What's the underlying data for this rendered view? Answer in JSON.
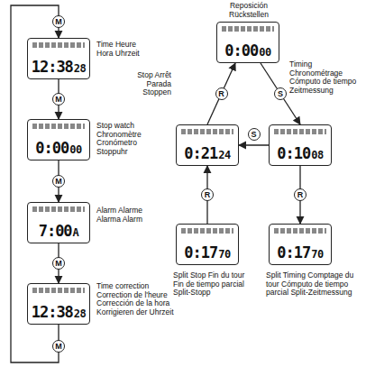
{
  "diagram": {
    "nodes": [
      {
        "text": [
          "12:38",
          "28",
          "Time Heure Hora Uhrzeit"
        ]
      },
      {
        "text": [
          "0:00",
          "00",
          "Stop watch Chronomètre Cronómetro Stoppuhr"
        ]
      },
      {
        "text": [
          "7:00",
          "A",
          "Alarm Alarme Alarma Alarm"
        ]
      },
      {
        "text": [
          "12:38",
          "28",
          "Time correction Correction de l'heure Corrección de la hora Korrigieren der Uhrzeit"
        ]
      },
      {
        "text": [
          "0:00",
          "00",
          "Reposición Rückstellen"
        ]
      },
      {
        "text": [
          "0:21",
          "24",
          "Stop Arrêt Parada Stoppen"
        ]
      },
      {
        "text": [
          "0:10",
          "08",
          "Timing Chronométrage Cómputo de tiempo Zeitmessung"
        ]
      },
      {
        "text": [
          "0:17",
          "70",
          "Split Stop Fin du tour Fin de tiempo parcial Split-Stopp"
        ]
      },
      {
        "text": [
          "0:17",
          "70",
          "Split Timing Comptage du tour Cómputo de tiempo parcial Split-Zeitmessung"
        ]
      }
    ],
    "edges": [
      {
        "from": 0,
        "to": 1,
        "arrow": "to",
        "label": "M"
      },
      {
        "from": 1,
        "to": 2,
        "arrow": "to",
        "label": "M"
      },
      {
        "from": 2,
        "to": 3,
        "arrow": "to",
        "label": "M"
      },
      {
        "from": 3,
        "to": 0,
        "arrow": "to",
        "label": "M"
      },
      {
        "from": 4,
        "to": 6,
        "arrow": "to",
        "label": "S"
      },
      {
        "from": 6,
        "to": 5,
        "arrow": "to",
        "label": "S"
      },
      {
        "from": 5,
        "to": 4,
        "arrow": "to",
        "label": "R"
      },
      {
        "from": 6,
        "to": 8,
        "arrow": "to",
        "label": "R"
      },
      {
        "from": 7,
        "to": 5,
        "arrow": "to",
        "label": "R"
      }
    ],
    "labels": [
      "M"
    ]
  }
}
